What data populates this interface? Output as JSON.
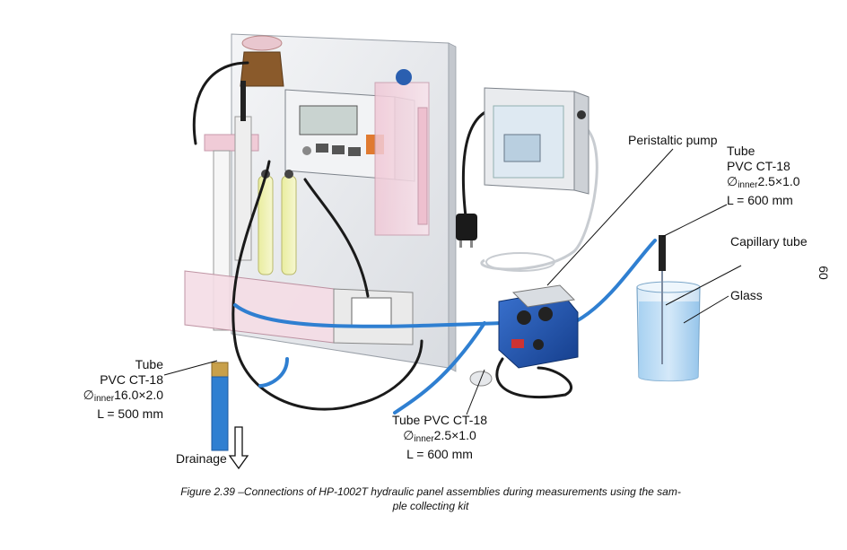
{
  "labels": {
    "peristaltic_pump": "Peristaltic pump",
    "tube_right": {
      "line1": "Tube",
      "line2": "PVC CT-18",
      "dim_sym": "∅",
      "dim_sub": "inner",
      "dim_val": "2.5×1.0",
      "length": "L = 600 mm"
    },
    "capillary_tube": "Capillary tube",
    "glass": "Glass",
    "tube_left": {
      "line1": "Tube",
      "line2": "PVC CT-18",
      "dim_sym": "∅",
      "dim_sub": "inner",
      "dim_val": "16.0×2.0",
      "length": "L = 500 mm"
    },
    "drainage": "Drainage",
    "tube_bottom": {
      "line1": "Tube PVC CT-18",
      "dim_sym": "∅",
      "dim_sub": "inner",
      "dim_val": "2.5×1.0",
      "length": "L = 600 mm"
    }
  },
  "caption": {
    "line1": "Figure 2.39 –Connections of HP-1002T hydraulic panel assemblies during measurements using the sam-",
    "line2": "ple collecting kit"
  },
  "page_number": "60",
  "colors": {
    "blue_tube": "#2f7fd1",
    "panel_light": "#eef0f3",
    "pump_blue": "#1c4fa8"
  }
}
